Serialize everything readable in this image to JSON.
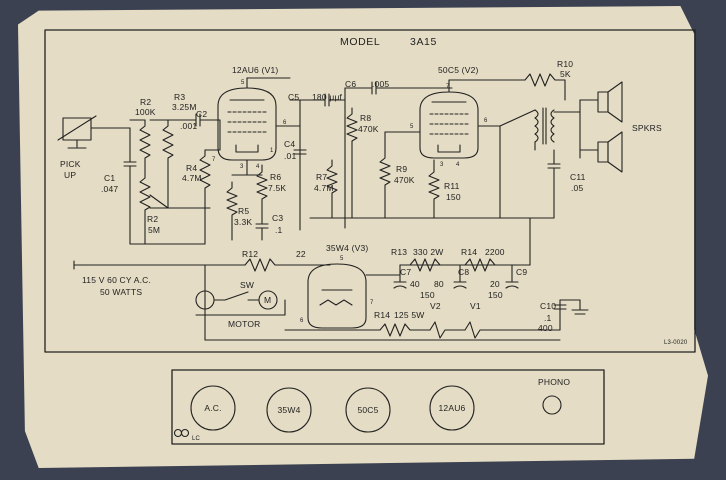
{
  "title": {
    "model_word": "MODEL",
    "model_number": "3A15"
  },
  "tubes": {
    "v1": "12AU6 (V1)",
    "v2": "50C5 (V2)",
    "v3": "35W4 (V3)"
  },
  "labels": {
    "pickup_line1": "PICK",
    "pickup_line2": "UP",
    "c1": "C1",
    "c1_val": ".047",
    "r2_top": "R2",
    "r2_top_val": "100K",
    "r2_bot": "R2",
    "r2_bot_val": "5M",
    "r3": "R3",
    "r3_val": "3.25M",
    "c2": "C2",
    "c2_val": ".001",
    "r4": "R4",
    "r4_val": "4.7M",
    "r5": "R5",
    "r5_val": "3.3K",
    "r6": "R6",
    "r6_val": "7.5K",
    "c3": "C3",
    "c3_val": ".1",
    "c4": "C4",
    "c4_val": ".01",
    "c5": "C5",
    "c5_val": "180 μμf",
    "c6": "C6",
    "c6_val": ".005",
    "r7": "R7",
    "r7_val": "4.7M",
    "r8": "R8",
    "r8_val": "470K",
    "r9": "R9",
    "r9_val": "470K",
    "r10": "R10",
    "r10_val": "5K",
    "r11": "R11",
    "r11_val": "150",
    "c11": "C11",
    "c11_val": ".05",
    "spkrs": "SPKRS",
    "r12": "R12",
    "r12_val": "22",
    "r13": "R13",
    "r13_val": "330 2W",
    "r14a": "R14",
    "r14a_val": "2200",
    "r14b": "R14",
    "r14b_val": "125 5W",
    "c7": "C7",
    "c8": "C8",
    "c9": "C9",
    "c78_val_a": "40",
    "c78_val_b": "80",
    "c78_val_c": "150",
    "c89_val_a": "20",
    "c89_val_b": "150",
    "c10": "C10",
    "c10_val_a": ".1",
    "c10_val_b": "400",
    "power_line1": "115 V  60 CY A.C.",
    "power_line2": "50 WATTS",
    "sw": "SW",
    "motor_m": "M",
    "motor": "MOTOR",
    "v2_tag": "V2",
    "v1_tag": "V1",
    "pin_v1_a": "5",
    "pin_v1_b": "6",
    "pin_v1_c": "7",
    "pin_v1_d": "3",
    "pin_v1_e": "4",
    "pin_v1_f": "1",
    "pin_v2_a": "7",
    "pin_v2_b": "5",
    "pin_v2_c": "6",
    "pin_v2_d": "3",
    "pin_v2_e": "4",
    "pin_v3_a": "5",
    "pin_v3_b": "6",
    "pin_v3_c": "7",
    "catalog": "L3-0020"
  },
  "layout_panel": {
    "tubes": [
      "A.C.",
      "35W4",
      "50C5",
      "12AU6"
    ],
    "phono": "PHONO",
    "lc": "LC"
  },
  "colors": {
    "paper": "#e4dcc4",
    "ink": "#222222",
    "background": "#3b4150"
  }
}
